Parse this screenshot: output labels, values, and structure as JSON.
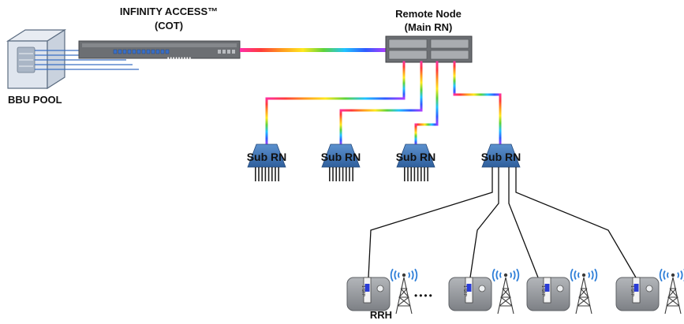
{
  "labels": {
    "cot_title": "INFINITY ACCESS™",
    "cot_subtitle": "(COT)",
    "rn_title": "Remote Node",
    "rn_subtitle": "(Main RN)",
    "bbu": "BBU POOL",
    "rrh": "RRH",
    "sub_rn": [
      "Sub RN",
      "Sub RN",
      "Sub RN",
      "Sub RN"
    ],
    "cot_dots": "•••••••••",
    "rrh_dots": "••••",
    "sfp": [
      "1 SFP",
      "1 SFP",
      "1 SFP",
      "1 SFP"
    ]
  },
  "colors": {
    "rainbow": [
      "#ff2fa8",
      "#ff3b3b",
      "#ff9a1f",
      "#ffe81f",
      "#5ed33a",
      "#21c3ff",
      "#2f5bff",
      "#b33cff"
    ],
    "sub_rn_fill": "#3d74b7",
    "device_gray": "#6c6f73",
    "rrh_box": "#8d9095",
    "sfp_blue": "#2a3cd6",
    "wireless_blue": "#2f7fd8"
  },
  "icons": [
    "server-rack-icon",
    "cell-tower-icon",
    "wireless-signal-icon",
    "sfp-module-icon"
  ]
}
